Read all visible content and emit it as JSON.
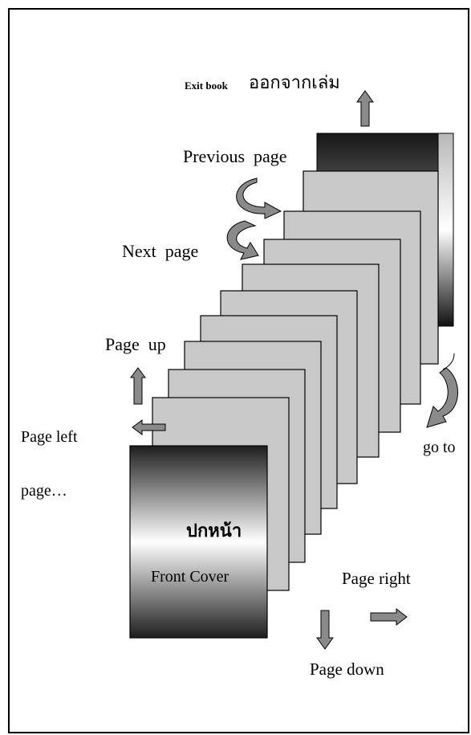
{
  "labels": {
    "exit_book": "Exit book",
    "exit_book_thai": "ออกจากเล่ม",
    "previous_page": "Previous  page",
    "next_page": "Next  page",
    "page_up": "Page  up",
    "page_left": "Page left",
    "go_to": "go to",
    "go_to_page": "page…",
    "cover_thai": "ปกหน้า",
    "front_cover": "Front Cover",
    "page_right": "Page right",
    "page_down": "Page down"
  },
  "colors": {
    "page_fill": "#c8c8c8",
    "arrow_fill": "#8a8a8a",
    "outline": "#000000",
    "cover_dark": "#1e1e1e",
    "cover_light": "#ffffff"
  },
  "icons": {
    "arrow_up": "arrow-up-icon",
    "arrow_left": "arrow-left-icon",
    "arrow_right": "arrow-right-icon",
    "arrow_down": "arrow-down-icon",
    "curved_arrow": "curved-arrow-icon"
  }
}
